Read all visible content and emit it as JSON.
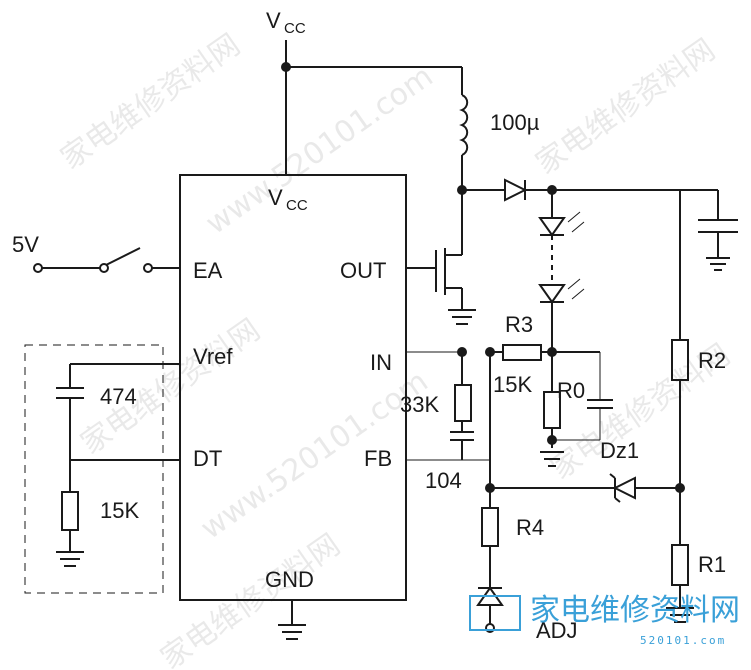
{
  "labels": {
    "vcc_top": "V",
    "vcc_top_sub": "CC",
    "vcc_ic": "V",
    "vcc_ic_sub": "CC",
    "inductor": "100µ",
    "pin_ea": "EA",
    "pin_vref": "Vref",
    "pin_dt": "DT",
    "pin_gnd": "GND",
    "pin_out": "OUT",
    "pin_in": "IN",
    "pin_fb": "FB",
    "supply_5v": "5V",
    "cap_474": "474",
    "res_15k_left": "15K",
    "r3": "R3",
    "r3_value": "15K",
    "r0": "R0",
    "res_33k": "33K",
    "cap_104": "104",
    "dz1": "Dz1",
    "r4": "R4",
    "adj": "ADJ",
    "r2": "R2",
    "r1": "R1"
  },
  "watermark": {
    "text": "家电维修资料网",
    "url": "www.520101.com"
  },
  "logo": {
    "text": "家电维修资料网",
    "url": "520101.com"
  },
  "colors": {
    "line": "#1a1a1a",
    "logo": "#3aa0d8",
    "watermark": "#d8d8d8"
  }
}
